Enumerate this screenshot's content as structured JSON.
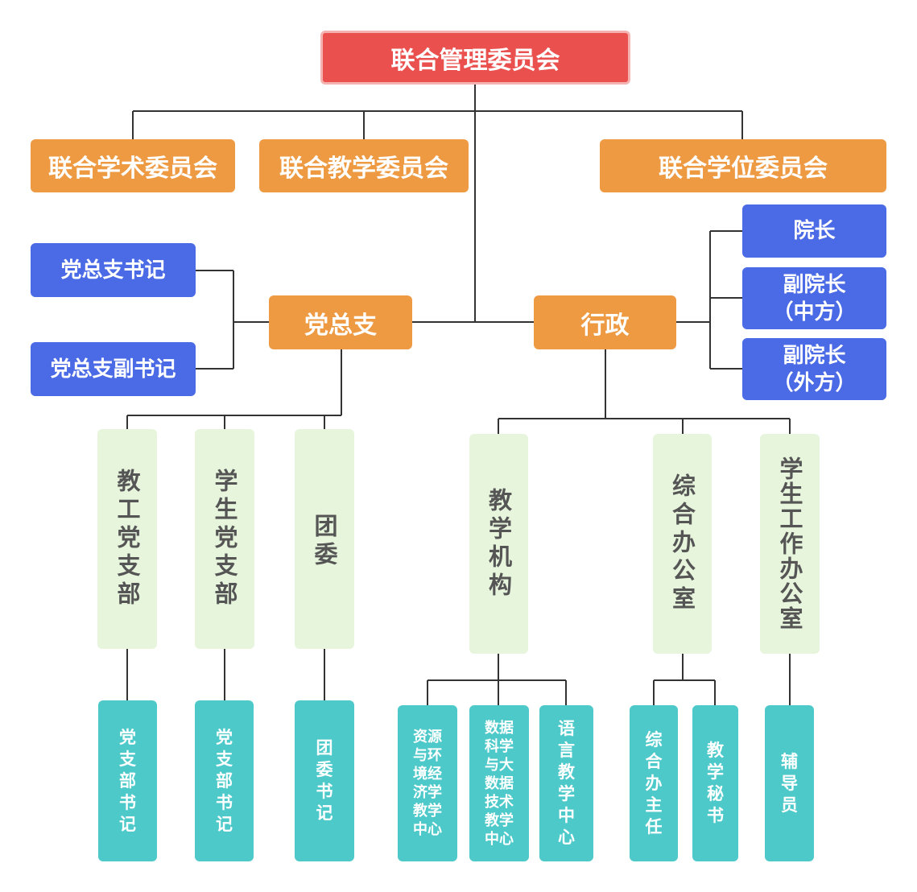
{
  "top": {
    "label": "联合管理委员会"
  },
  "committees": {
    "academic": "联合学术委员会",
    "teaching": "联合教学委员会",
    "degree": "联合学位委员会"
  },
  "party": {
    "label": "党总支",
    "secretary": "党总支书记",
    "deputy_secretary": "党总支副书记",
    "branches": [
      {
        "label": "教工党支部",
        "child": "党支部书记"
      },
      {
        "label": "学生党支部",
        "child": "党支部书记"
      },
      {
        "label": "团委",
        "child": "团委书记"
      }
    ]
  },
  "admin": {
    "label": "行政",
    "dean": "院长",
    "vice_dean_cn": "副院长（中方）",
    "vice_dean_foreign": "副院长（外方）",
    "vice_dean_cn_line1": "副院长",
    "vice_dean_cn_line2": "（中方）",
    "vice_dean_foreign_line1": "副院长",
    "vice_dean_foreign_line2": "（外方）",
    "offices": [
      {
        "label": "教学机构",
        "children": [
          "资源与环境经济学教学中心",
          "数据科学与大数据技术教学中心",
          "语言教学中心"
        ]
      },
      {
        "label": "综合办公室",
        "children": [
          "综合办主任",
          "教学秘书"
        ]
      },
      {
        "label": "学生工作办公室",
        "children": [
          "辅导员"
        ]
      }
    ]
  },
  "colors": {
    "top": "#e9504e",
    "orange": "#ee9a43",
    "blue": "#4a6ae6",
    "green": "#e6f5dc",
    "teal": "#4dc9c9",
    "line": "#333333"
  }
}
